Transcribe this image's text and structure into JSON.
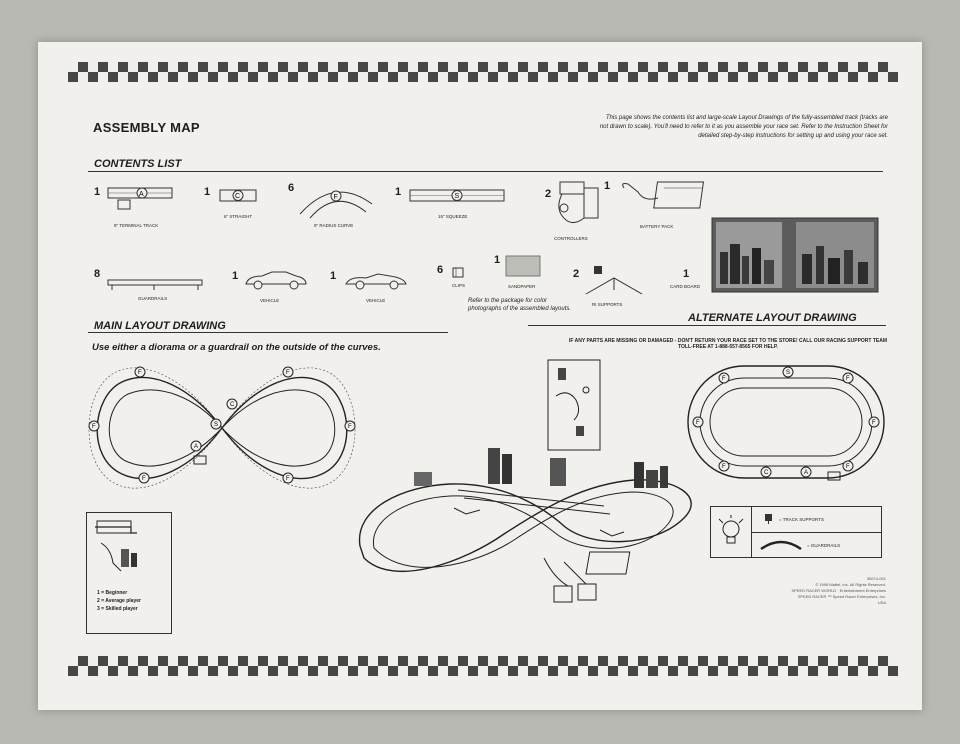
{
  "header": {
    "title": "ASSEMBLY MAP",
    "intro": "This page shows the contents list and large-scale Layout Drawings of the fully-assembled track (tracks are not drawn to scale). You'll need to refer to it as you assemble your race set. Refer to the Instruction Sheet for detailed step-by-step instructions for setting up and using your race set."
  },
  "contents": {
    "heading": "CONTENTS LIST",
    "items": [
      {
        "qty": "1",
        "label": "9\" TERMINAL TRACK",
        "icon": "terminal-track-icon"
      },
      {
        "qty": "1",
        "label": "6\" STRAIGHT",
        "icon": "straight-track-icon"
      },
      {
        "qty": "6",
        "label": "9\" RADIUS CURVE",
        "icon": "curve-track-icon"
      },
      {
        "qty": "1",
        "label": "15\" SQUEEZE",
        "icon": "squeeze-track-icon"
      },
      {
        "qty": "2",
        "label": "CONTROLLERS",
        "icon": "controller-icon"
      },
      {
        "qty": "1",
        "label": "BATTERY PACK",
        "icon": "battery-pack-icon"
      },
      {
        "qty": "8",
        "label": "GUARDRAILS",
        "icon": "guardrail-icon"
      },
      {
        "qty": "1",
        "label": "VEHICLE",
        "icon": "vehicle-icon"
      },
      {
        "qty": "1",
        "label": "VEHICLE",
        "icon": "vehicle-icon"
      },
      {
        "qty": "6",
        "label": "CLIPS",
        "icon": "clip-icon"
      },
      {
        "qty": "1",
        "label": "SANDPAPER",
        "icon": "sandpaper-icon"
      },
      {
        "qty": "2",
        "label": "RI SUPPORTS",
        "icon": "support-icon"
      },
      {
        "qty": "1",
        "label": "CARD BOARD",
        "icon": "cardboard-icon"
      }
    ],
    "photo_note": "Refer to the package for color photographs of the assembled layouts."
  },
  "main_layout": {
    "heading": "MAIN LAYOUT DRAWING",
    "instruction": "Use either a diorama or a guardrail on the outside of the curves.",
    "track_letters": [
      "F",
      "F",
      "F",
      "F",
      "F",
      "F",
      "S",
      "A",
      "C"
    ]
  },
  "alternate_layout": {
    "heading": "ALTERNATE LAYOUT DRAWING",
    "warning": "IF ANY PARTS ARE MISSING OR DAMAGED - DON'T RETURN YOUR RACE SET TO THE STORE! CALL OUR RACING SUPPORT TEAM TOLL-FREE AT 1-888-557-8565 FOR HELP.",
    "track_letters": [
      "S",
      "F",
      "F",
      "F",
      "F",
      "C",
      "A",
      "F",
      "F"
    ]
  },
  "skill": {
    "lines": [
      "1 = Beginner",
      "2 = Average player",
      "3 = Skilled player"
    ]
  },
  "legend": {
    "supports": "= TRACK SUPPORTS",
    "guardrails": "= GUARDRAILS"
  },
  "footer": {
    "lines": [
      "30074-001",
      "© 1998 Mattel, Inc. All Rights Reserved.",
      "SPEED RACER WORLD · Entertainment Enterprises",
      "SPEED RACER ™ Speed Racer Enterprises, Inc.",
      "USA"
    ]
  },
  "colors": {
    "paper": "#f1f0ec",
    "ink": "#1e1e1e",
    "background": "#b9b9b3"
  }
}
